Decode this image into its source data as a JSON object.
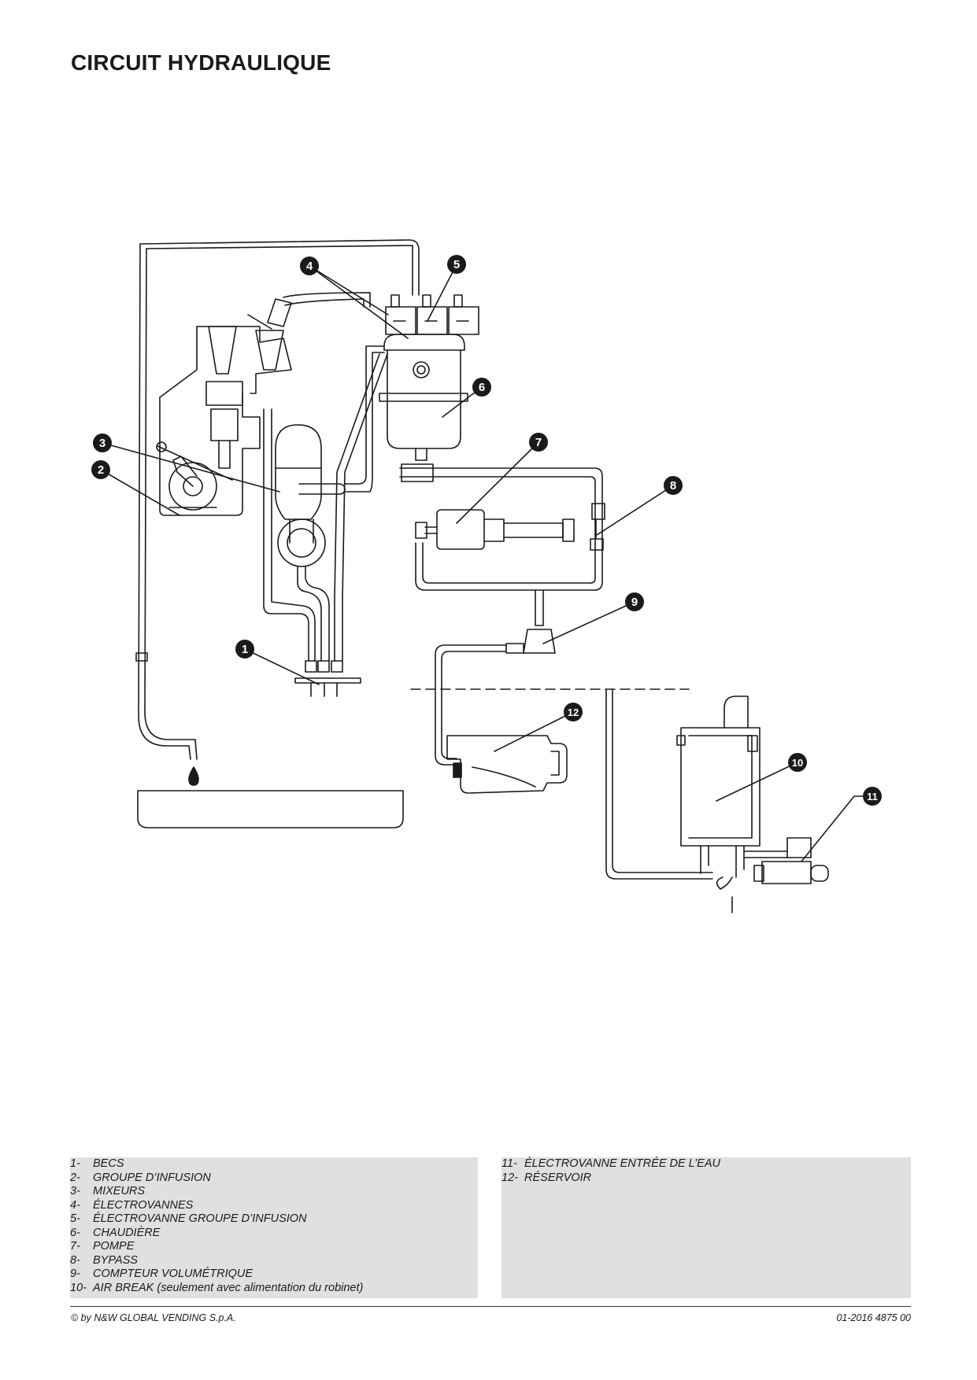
{
  "page_title": "CIRCUIT HYDRAULIQUE",
  "callouts": [
    "1",
    "2",
    "3",
    "4",
    "5",
    "6",
    "7",
    "8",
    "9",
    "10",
    "11",
    "12"
  ],
  "legend_left": [
    {
      "num": "1-",
      "label": "BECS"
    },
    {
      "num": "2-",
      "label": "GROUPE D’INFUSION"
    },
    {
      "num": "3-",
      "label": "MIXEURS"
    },
    {
      "num": "4-",
      "label": "ÉLECTROVANNES"
    },
    {
      "num": "5-",
      "label": "ÉLECTROVANNE GROUPE D’INFUSION"
    },
    {
      "num": "6-",
      "label": "CHAUDIÈRE"
    },
    {
      "num": "7-",
      "label": "POMPE"
    },
    {
      "num": "8-",
      "label": "BYPASS"
    },
    {
      "num": "9-",
      "label": "COMPTEUR VOLUMÉTRIQUE"
    },
    {
      "num": "10-",
      "label": "AIR BREAK (seulement avec alimentation du robinet)"
    }
  ],
  "legend_right": [
    {
      "num": "11-",
      "label": "ÉLECTROVANNE ENTRÉE DE L’EAU"
    },
    {
      "num": "12-",
      "label": "RÉSERVOIR"
    }
  ],
  "footer": {
    "copyright": "© by N&W GLOBAL VENDING S.p.A.",
    "doc_code": "01-2016 4875 00"
  }
}
